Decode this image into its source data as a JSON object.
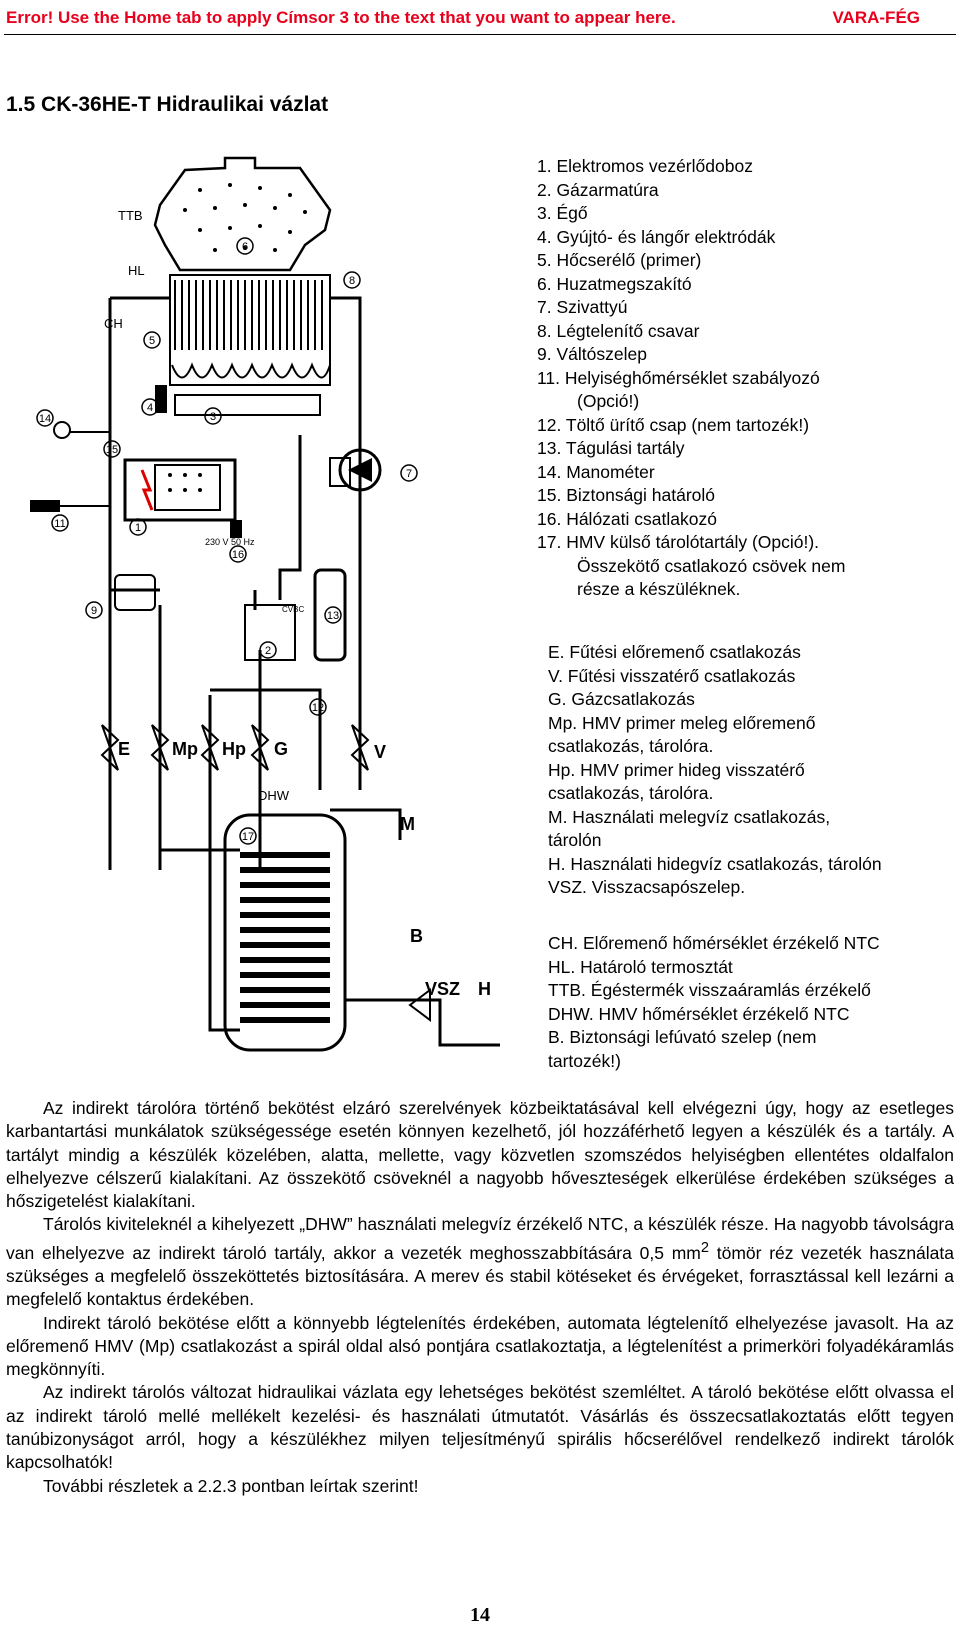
{
  "header": {
    "left": "Error! Use the Home tab to apply Címsor 3 to the text that you want to appear here.",
    "right": "VARA-FÉG"
  },
  "title": "1.5 CK-36HE-T Hidraulikai vázlat",
  "diagram_labels": {
    "ttb": "TTB",
    "hl": "HL",
    "ch": "CH",
    "dhw": "DHW",
    "voltage": "230 V 50 Hz",
    "cvbc": "CVBC",
    "E": "E",
    "Mp": "Mp",
    "Hp": "Hp",
    "G": "G",
    "V": "V",
    "M": "M",
    "B": "B",
    "VSZ": "VSZ",
    "H": "H",
    "n1": "1",
    "n2": "2",
    "n3": "3",
    "n4": "4",
    "n5": "5",
    "n6": "6",
    "n7": "7",
    "n8": "8",
    "n9": "9",
    "n11": "11",
    "n12": "12",
    "n13": "13",
    "n14": "14",
    "n15": "15",
    "n16": "16",
    "n17": "17"
  },
  "legend_numbers": [
    "1.  Elektromos vezérlődoboz",
    "2.  Gázarmatúra",
    "3.  Égő",
    "4.  Gyújtó- és lángőr elektródák",
    "5.  Hőcserélő (primer)",
    "6.  Huzatmegszakító",
    "7.  Szivattyú",
    "8.  Légtelenítő csavar",
    "9.  Váltószelep",
    "11.  Helyiséghőmérséklet szabályozó",
    "(Opció!)",
    "12.  Töltő ürítő csap (nem tartozék!)",
    "13.  Tágulási tartály",
    "14.  Manométer",
    "15.  Biztonsági határoló",
    "16.  Hálózati csatlakozó",
    "17.  HMV külső tárolótartály (Opció!).",
    "Összekötő csatlakozó csövek nem",
    "része a készüléknek."
  ],
  "legend_connections": [
    "E.  Fűtési előremenő csatlakozás",
    "V.  Fűtési visszatérő csatlakozás",
    "G.  Gázcsatlakozás",
    "Mp.  HMV primer meleg előremenő",
    "csatlakozás, tárolóra.",
    "Hp.  HMV primer hideg visszatérő",
    "csatlakozás, tárolóra.",
    "M.  Használati melegvíz csatlakozás,",
    "tárolón",
    "H.  Használati hidegvíz csatlakozás, tárolón",
    "VSZ.  Visszacsapószelep."
  ],
  "legend_sensors": [
    "CH.  Előremenő hőmérséklet érzékelő NTC",
    "HL.  Határoló termosztát",
    "TTB.  Égéstermék visszaáramlás érzékelő",
    "DHW.  HMV hőmérséklet érzékelő NTC",
    "B.  Biztonsági lefúvató szelep  (nem",
    "tartozék!)"
  ],
  "body": {
    "p1": "Az indirekt tárolóra történő bekötést elzáró szerelvények közbeiktatásával kell elvégezni úgy, hogy az esetleges karbantartási munkálatok szükségessége esetén könnyen kezelhető, jól hozzáférhető legyen a készülék és a tartály. A tartályt mindig a készülék közelében, alatta, mellette, vagy közvetlen szomszédos helyiségben ellentétes oldalfalon elhelyezve célszerű kialakítani. Az összekötő csöveknél a nagyobb hőveszteségek elkerülése érdekében szükséges a hőszigetelést kialakítani.",
    "p2a": "Tárolós kiviteleknél a kihelyezett „DHW” használati melegvíz érzékelő NTC, a készülék része. Ha nagyobb távolságra van elhelyezve az indirekt tároló tartály, akkor a vezeték meghosszabbítására 0,5 mm",
    "p2sup": "2",
    "p2b": " tömör réz vezeték használata szükséges a megfelelő összeköttetés biztosítására. A merev és stabil kötéseket és érvégeket, forrasztással kell lezárni a megfelelő kontaktus érdekében.",
    "p3": "Indirekt tároló bekötése előtt a könnyebb légtelenítés érdekében, automata légtelenítő elhelyezése javasolt. Ha az előremenő HMV (Mp) csatlakozást a spirál oldal alsó pontjára csatlakoztatja, a légtelenítést a primerköri folyadékáramlás megkönnyíti.",
    "p4": "Az indirekt tárolós változat hidraulikai vázlata egy lehetséges bekötést szemléltet. A tároló bekötése előtt olvassa el az indirekt tároló mellé mellékelt kezelési- és használati útmutatót. Vásárlás és összecsatlakoztatás előtt tegyen tanúbizonyságot arról, hogy a készülékhez milyen teljesítményű spirális hőcserélővel rendelkező indirekt tárolók kapcsolhatók!",
    "p5": "További részletek a 2.2.3 pontban leírtak szerint!"
  },
  "page_number": "14"
}
